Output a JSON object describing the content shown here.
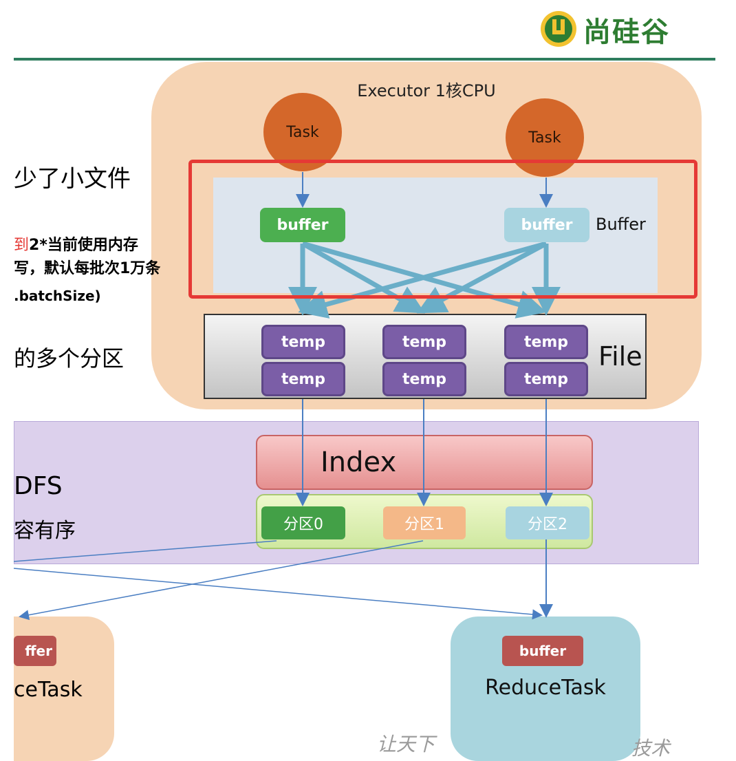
{
  "logo": {
    "text": "尚硅谷",
    "color": "#2e7d32"
  },
  "left_notes": {
    "line1": "少了小文件",
    "line2_red": "到",
    "line2": "2*当前使用内存",
    "line3": "写，默认每批次1万条",
    "line4": ".batchSize)",
    "line5": "的多个分区",
    "line6": "DFS",
    "line7": "容有序",
    "line8": "ceTask"
  },
  "executor": {
    "title": "Executor 1核CPU",
    "color": "#f6d4b4"
  },
  "tasks": [
    "Task",
    "Task"
  ],
  "buffers": [
    "buffer",
    "buffer"
  ],
  "buffer_label": "Buffer",
  "file_label": "File",
  "temps": [
    "temp",
    "temp",
    "temp",
    "temp",
    "temp",
    "temp"
  ],
  "index_label": "Index",
  "partitions": [
    "分区0",
    "分区1",
    "分区2"
  ],
  "reduce": {
    "left_buffer": "ffer",
    "right_buffer": "buffer",
    "right_label": "ReduceTask"
  },
  "watermark": {
    "left": "让天下",
    "right": "技术"
  },
  "colors": {
    "highlight": "#e53935",
    "task": "#d4672a",
    "temp": "#7b5ea7",
    "arrow": "#4a7ec2",
    "cross_arrow": "#6aaec8"
  }
}
